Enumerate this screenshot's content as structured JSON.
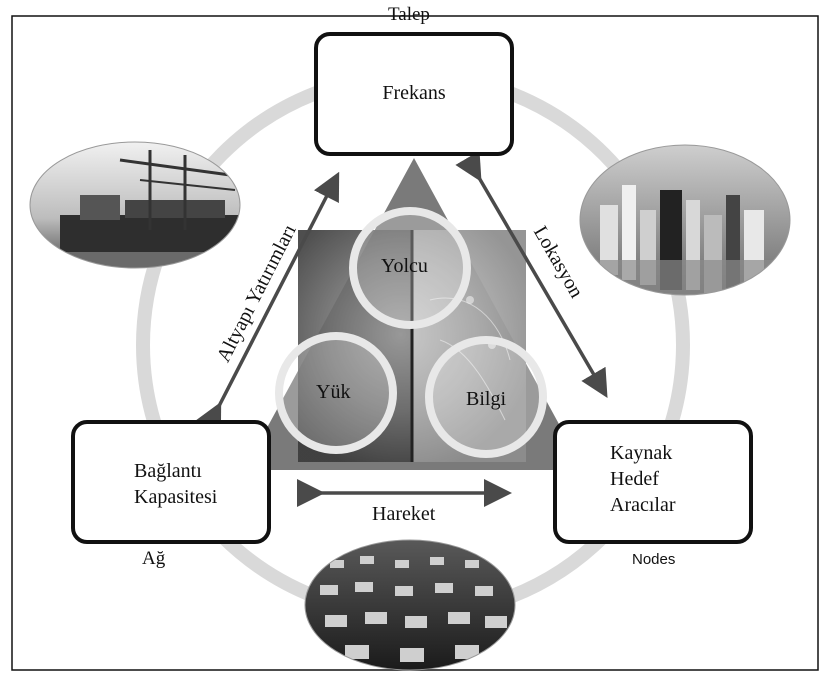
{
  "top_label": "Talep",
  "nodes": {
    "top": {
      "text": "Frekans"
    },
    "left": {
      "lines": [
        "Bağlantı",
        "Kapasitesi"
      ]
    },
    "right": {
      "lines": [
        "Kaynak",
        "Hedef",
        "Aracılar"
      ]
    }
  },
  "corner_labels": {
    "left": "Ağ",
    "right": "Nodes"
  },
  "edges": {
    "left": "Altyapı Yatırımları",
    "right": "Lokasyon",
    "bottom": "Hareket"
  },
  "circles": {
    "top": "Yolcu",
    "left": "Yük",
    "right": "Bilgi"
  },
  "photos": {
    "top_left": "port-cranes-photo",
    "top_right": "city-skyline-photo",
    "bottom": "traffic-highway-photo"
  },
  "colors": {
    "ring": "#d9d9d9",
    "triangle": "#7a7a7a",
    "arrow": "#4a4a4a",
    "box_border": "#111111"
  }
}
